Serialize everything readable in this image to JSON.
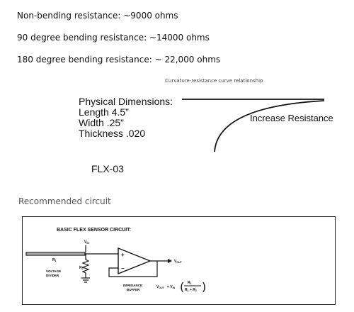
{
  "specs": {
    "non_bending": "Non-bending resistance: ~9000 ohms",
    "bend_90": "90 degree bending resistance: ~14000 ohms",
    "bend_180": "180 degree bending resistance: ~ 22,000 ohms"
  },
  "curve": {
    "caption": "Curvature-resistance curve relationship",
    "label": "Increase Resistance"
  },
  "physical": {
    "heading": "Physical Dimensions:",
    "length": "Length 4.5”",
    "width": "Width .25”",
    "thickness": "Thickness .020"
  },
  "model": "FLX-03",
  "section_title": "Recommended circuit",
  "circuit": {
    "title": "BASIC FLEX SENSOR CIRCUIT:",
    "vin": "V",
    "vin_sub": "IN",
    "r1": "R",
    "r1_sub": "1",
    "r2": "R",
    "r2_sub": "2",
    "plus": "+",
    "minus": "−",
    "vout": "V",
    "vout_sub": "OUT",
    "voltage_divider_line1": "VOLTAGE",
    "voltage_divider_line2": "DIVIDER",
    "impedance_line1": "IMPEDANCE",
    "impedance_line2": "BUFFER",
    "formula_lhs": "V",
    "formula_lhs_sub": "OUT",
    "formula_eq": "= V",
    "formula_eq_sub": "IN",
    "frac_num": "R",
    "frac_num_sub": "1",
    "frac_den_a": "R",
    "frac_den_a_sub": "1",
    "frac_den_plus": "+",
    "frac_den_b": "R",
    "frac_den_b_sub": "2"
  }
}
